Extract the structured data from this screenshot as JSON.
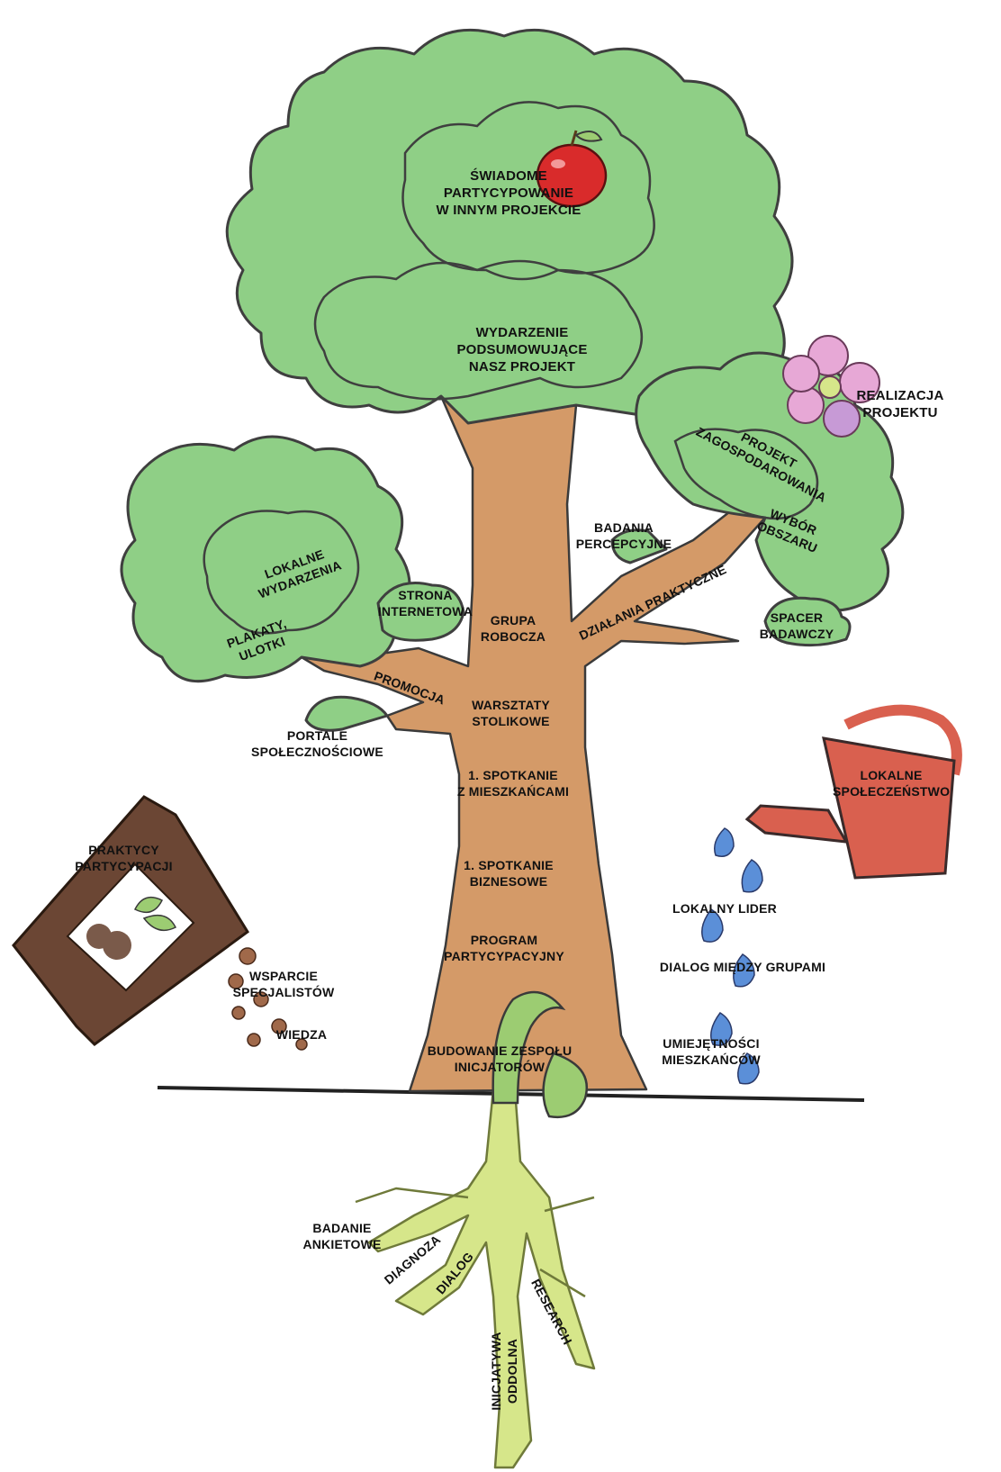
{
  "colors": {
    "foliage": "#8fcf86",
    "foliage_stroke": "#3f3f3f",
    "trunk": "#d49a68",
    "roots": "#d6e68a",
    "sprout": "#9ccc72",
    "watering_can": "#d9604f",
    "water_drop": "#5b8fd8",
    "seed_bag": "#6b4634",
    "apple": "#d92b2b",
    "flower": "#e7a8d6",
    "ground_line": "#222222"
  },
  "labels": {
    "fruit": "ŚWIADOME\nPARTYCYPOWANIE\nW INNYM PROJEKCIE",
    "summary_event": "WYDARZENIE\nPODSUMOWUJĄCE\nNASZ PROJEKT",
    "project_realization": "REALIZACJA\nPROJEKTU",
    "development_project": "PROJEKT\nZAGOSPODAROWANIA",
    "area_choice": "WYBÓR\nOBSZARU",
    "perception_research": "BADANIA\nPERCEPCYJNE",
    "practical_actions": "DZIAŁANIA PRAKTYCZNE",
    "research_walk": "SPACER\nBADAWCZY",
    "local_events": "LOKALNE\nWYDARZENIA",
    "posters": "PLAKATY,\nULOTKI",
    "website": "STRONA\nINTERNETOWA",
    "working_group": "GRUPA\nROBOCZA",
    "promotion": "PROMOCJA",
    "workshops": "WARSZTATY\nSTOLIKOWE",
    "social_portals": "PORTALE\nSPOŁECZNOŚCIOWE",
    "residents_meeting": "1. SPOTKANIE\nZ MIESZKAŃCAMI",
    "business_meeting": "1. SPOTKANIE\nBIZNESOWE",
    "participation_program": "PROGRAM\nPARTYCYPACYJNY",
    "team_building": "BUDOWANIE ZESPOŁU\nINICJATORÓW",
    "practitioners": "PRAKTYCY\nPARTYCYPACJI",
    "specialist_support": "WSPARCIE\nSPECJALISTÓW",
    "knowledge": "WIEDZA",
    "local_community": "LOKALNE\nSPOŁECZEŃSTWO",
    "local_leader": "LOKALNY LIDER",
    "group_dialog": "DIALOG MIĘDZY GRUPAMI",
    "resident_skills": "UMIEJĘTNOŚCI\nMIESZKAŃCÓW",
    "survey": "BADANIE\nANKIETOWE",
    "diagnosis": "DIAGNOZA",
    "dialog": "DIALOG",
    "research": "RESEARCH",
    "bottom_up": "INICJATYWA\nODDOLNA"
  }
}
